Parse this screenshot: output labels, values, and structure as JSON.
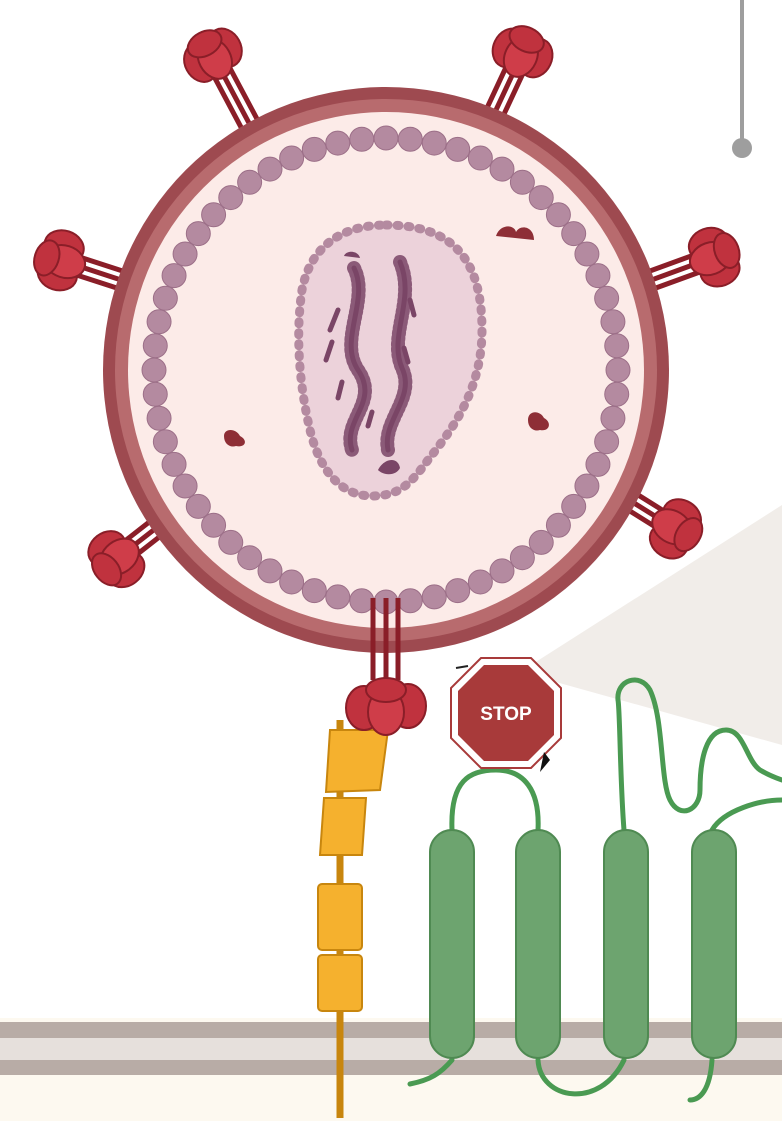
{
  "stop_sign": {
    "label": "STOP",
    "color": "#a83a3a"
  },
  "colors": {
    "virus_envelope": "#9e4a50",
    "virus_interior": "#fcebe8",
    "matrix_beads": "#b48aa0",
    "capsid_fill": "#ecd2da",
    "rna": "#7a4566",
    "spike": "#c0323e",
    "receptor": "#f5b12e",
    "gpcr": "#6da46f",
    "membrane": "#b8aca6"
  },
  "icons": [
    "virus-particle",
    "spike-protein",
    "receptor-protein",
    "gpcr-protein",
    "cell-membrane",
    "stop-sign",
    "pin-marker"
  ]
}
